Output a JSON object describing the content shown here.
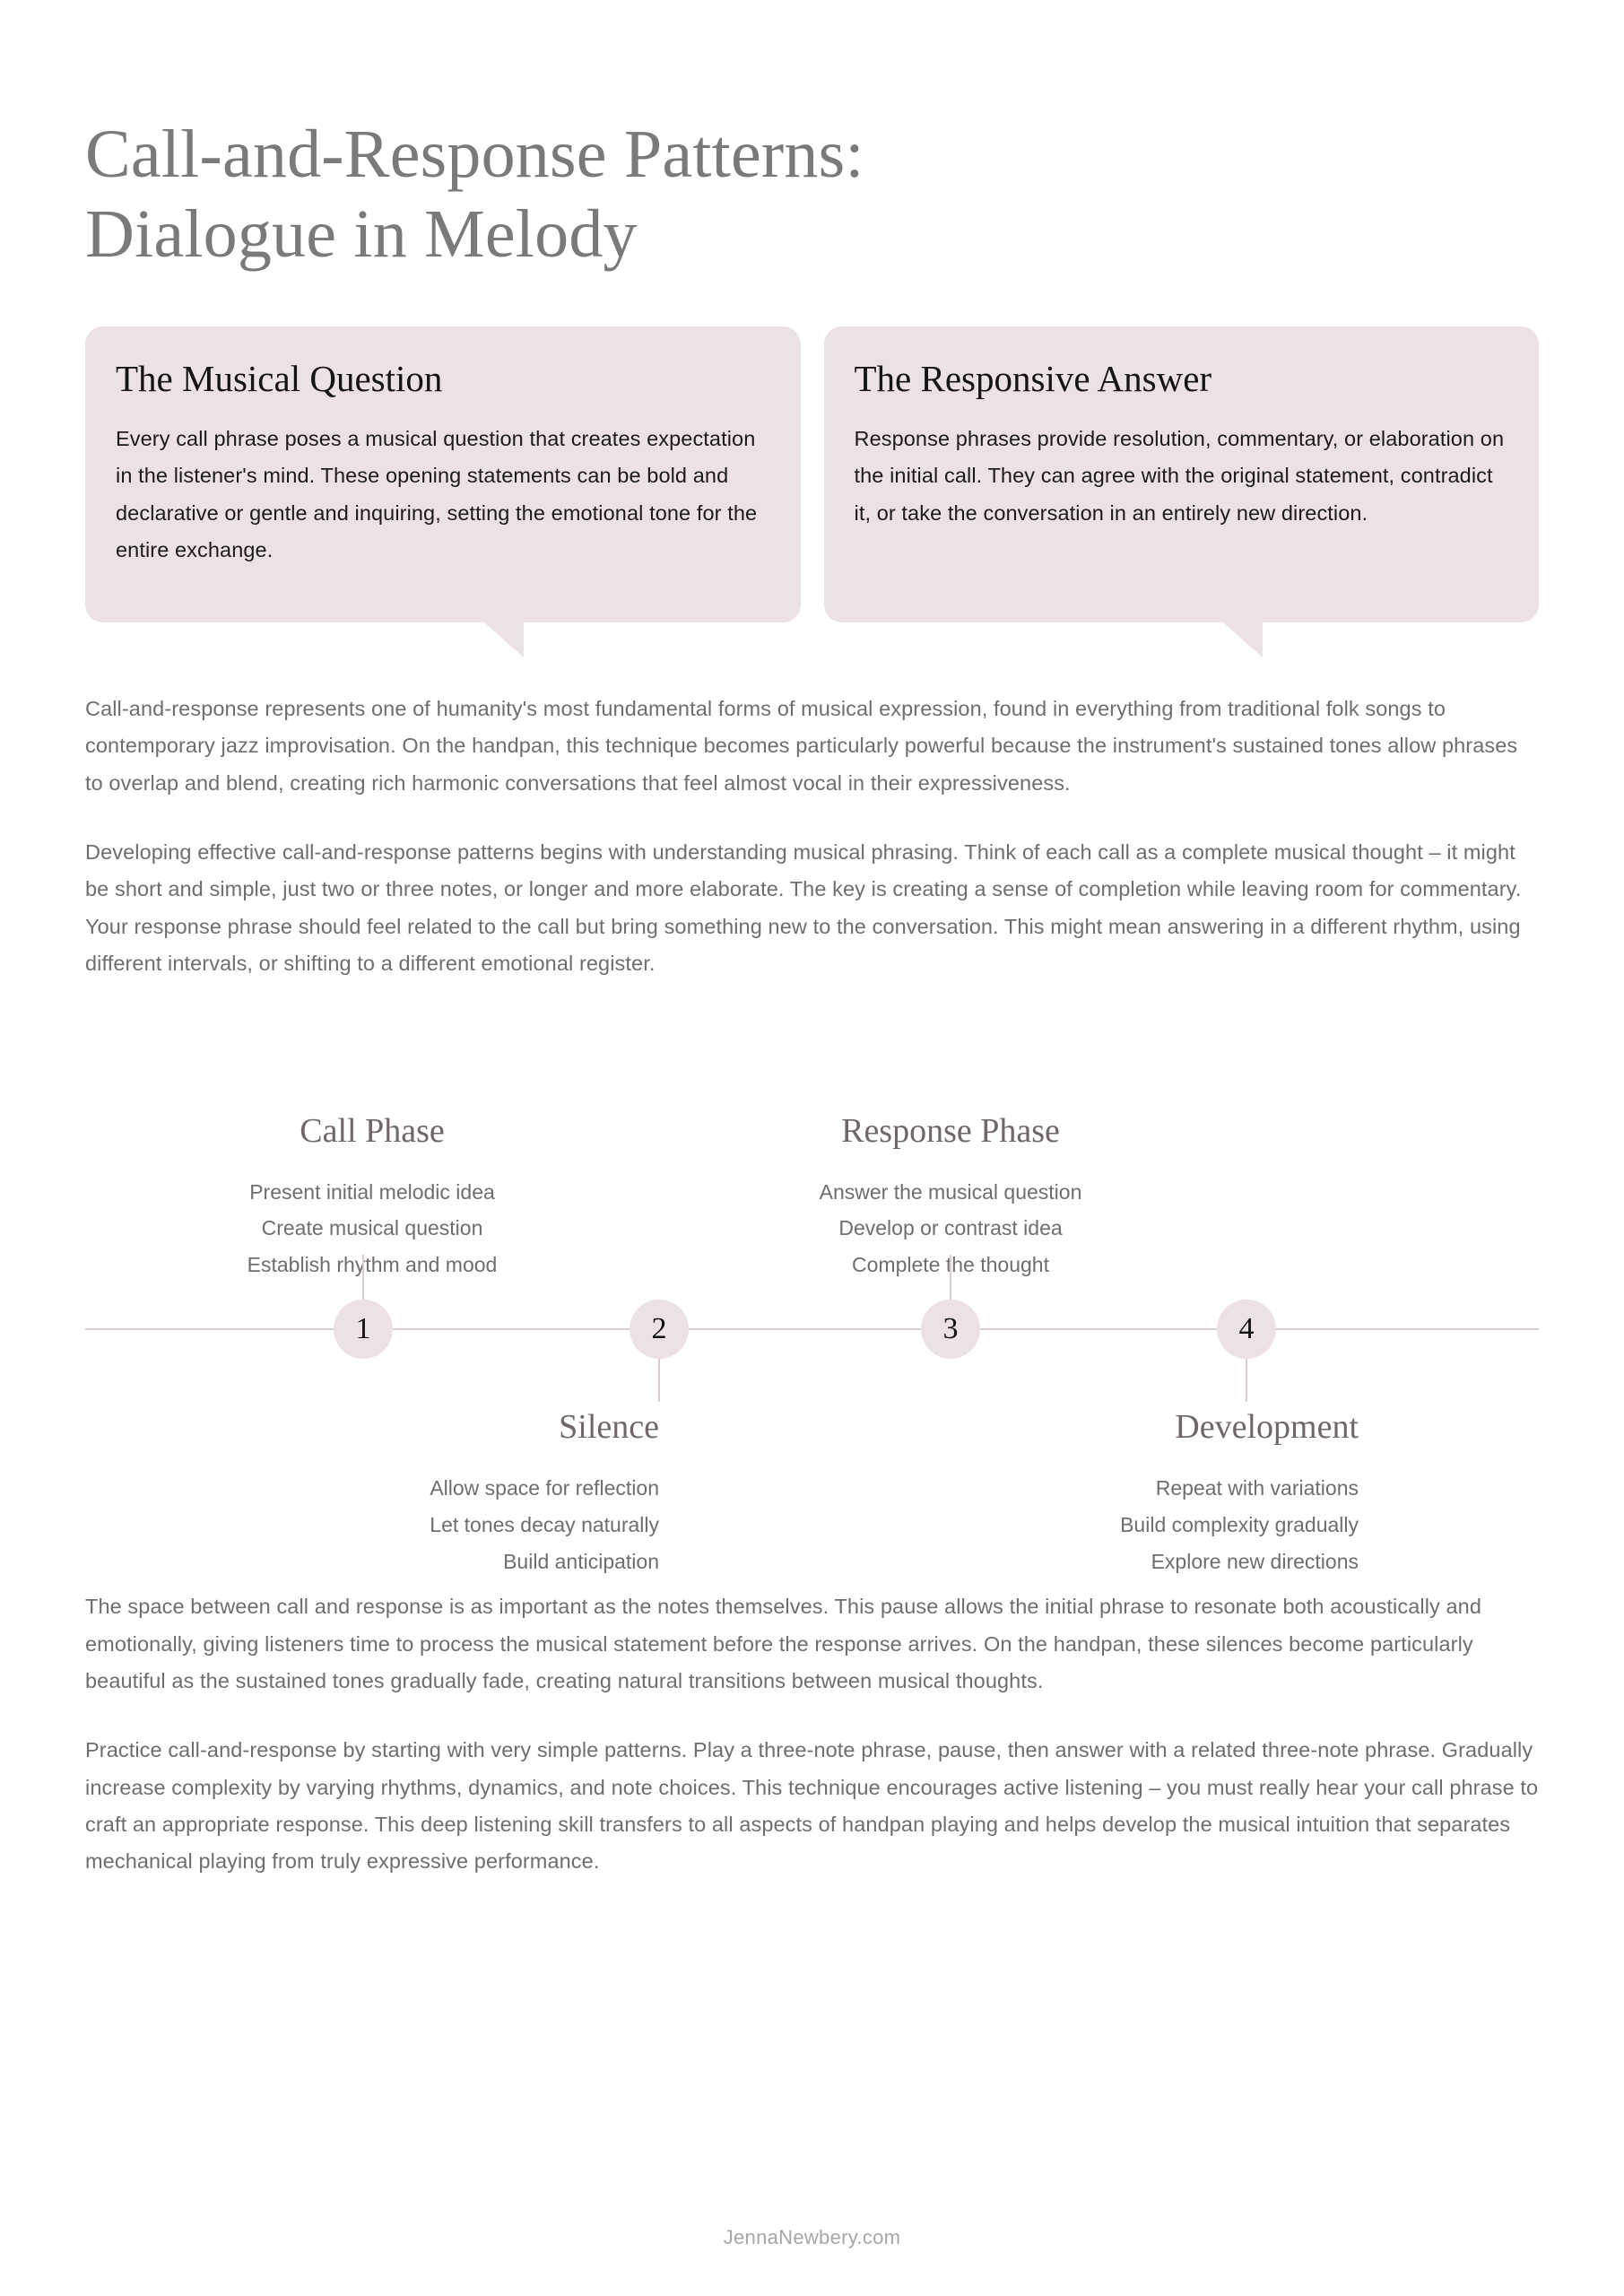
{
  "theme": {
    "page_background": "#ffffff",
    "callout_background": "#ece1e4",
    "timeline_line": "#d9cdd0",
    "title_color": "#7b7a7a",
    "body_text_color": "#6f6d6e",
    "heading_color": "#6f6768",
    "footer_color": "#a9a5a6"
  },
  "title": {
    "line1": "Call-and-Response Patterns:",
    "line2": "Dialogue in Melody"
  },
  "callouts": [
    {
      "heading": "The Musical Question",
      "body": "Every call phrase poses a musical question that creates expectation in the listener's mind. These opening statements can be bold and declarative or gentle and inquiring, setting the emotional tone for the entire exchange."
    },
    {
      "heading": "The Responsive Answer",
      "body": "Response phrases provide resolution, commentary, or elaboration on the initial call. They can agree with the original statement, contradict it, or take the conversation in an entirely new direction."
    }
  ],
  "intro_paragraphs": [
    "Call-and-response represents one of humanity's most fundamental forms of musical expression, found in everything from traditional folk songs to contemporary jazz improvisation. On the handpan, this technique becomes particularly powerful because the instrument's sustained tones allow phrases to overlap and blend, creating rich harmonic conversations that feel almost vocal in their expressiveness.",
    "Developing effective call-and-response patterns begins with understanding musical phrasing. Think of each call as a complete musical thought – it might be short and simple, just two or three notes, or longer and more elaborate. The key is creating a sense of completion while leaving room for commentary. Your response phrase should feel related to the call but bring something new to the conversation. This might mean answering in a different rhythm, using different intervals, or shifting to a different emotional register."
  ],
  "timeline": {
    "markers": [
      "1",
      "2",
      "3",
      "4"
    ],
    "steps": [
      {
        "number": "1",
        "position": "above",
        "heading": "Call Phase",
        "items": [
          "Present initial melodic idea",
          "Create musical question",
          "Establish rhythm and mood"
        ]
      },
      {
        "number": "2",
        "position": "below",
        "heading": "Silence",
        "items": [
          "Allow space for reflection",
          "Let tones decay naturally",
          "Build anticipation"
        ]
      },
      {
        "number": "3",
        "position": "above",
        "heading": "Response Phase",
        "items": [
          "Answer the musical question",
          "Develop or contrast idea",
          "Complete the thought"
        ]
      },
      {
        "number": "4",
        "position": "below",
        "heading": "Development",
        "items": [
          "Repeat with variations",
          "Build complexity gradually",
          "Explore new directions"
        ]
      }
    ]
  },
  "outro_paragraphs": [
    "The space between call and response is as important as the notes themselves. This pause allows the initial phrase to resonate both acoustically and emotionally, giving listeners time to process the musical statement before the response arrives. On the handpan, these silences become particularly beautiful as the sustained tones gradually fade, creating natural transitions between musical thoughts.",
    "Practice call-and-response by starting with very simple patterns. Play a three-note phrase, pause, then answer with a related three-note phrase. Gradually increase complexity by varying rhythms, dynamics, and note choices. This technique encourages active listening – you must really hear your call phrase to craft an appropriate response. This deep listening skill transfers to all aspects of handpan playing and helps develop the musical intuition that separates mechanical playing from truly expressive performance."
  ],
  "footer": {
    "text": "JennaNewbery.com"
  }
}
